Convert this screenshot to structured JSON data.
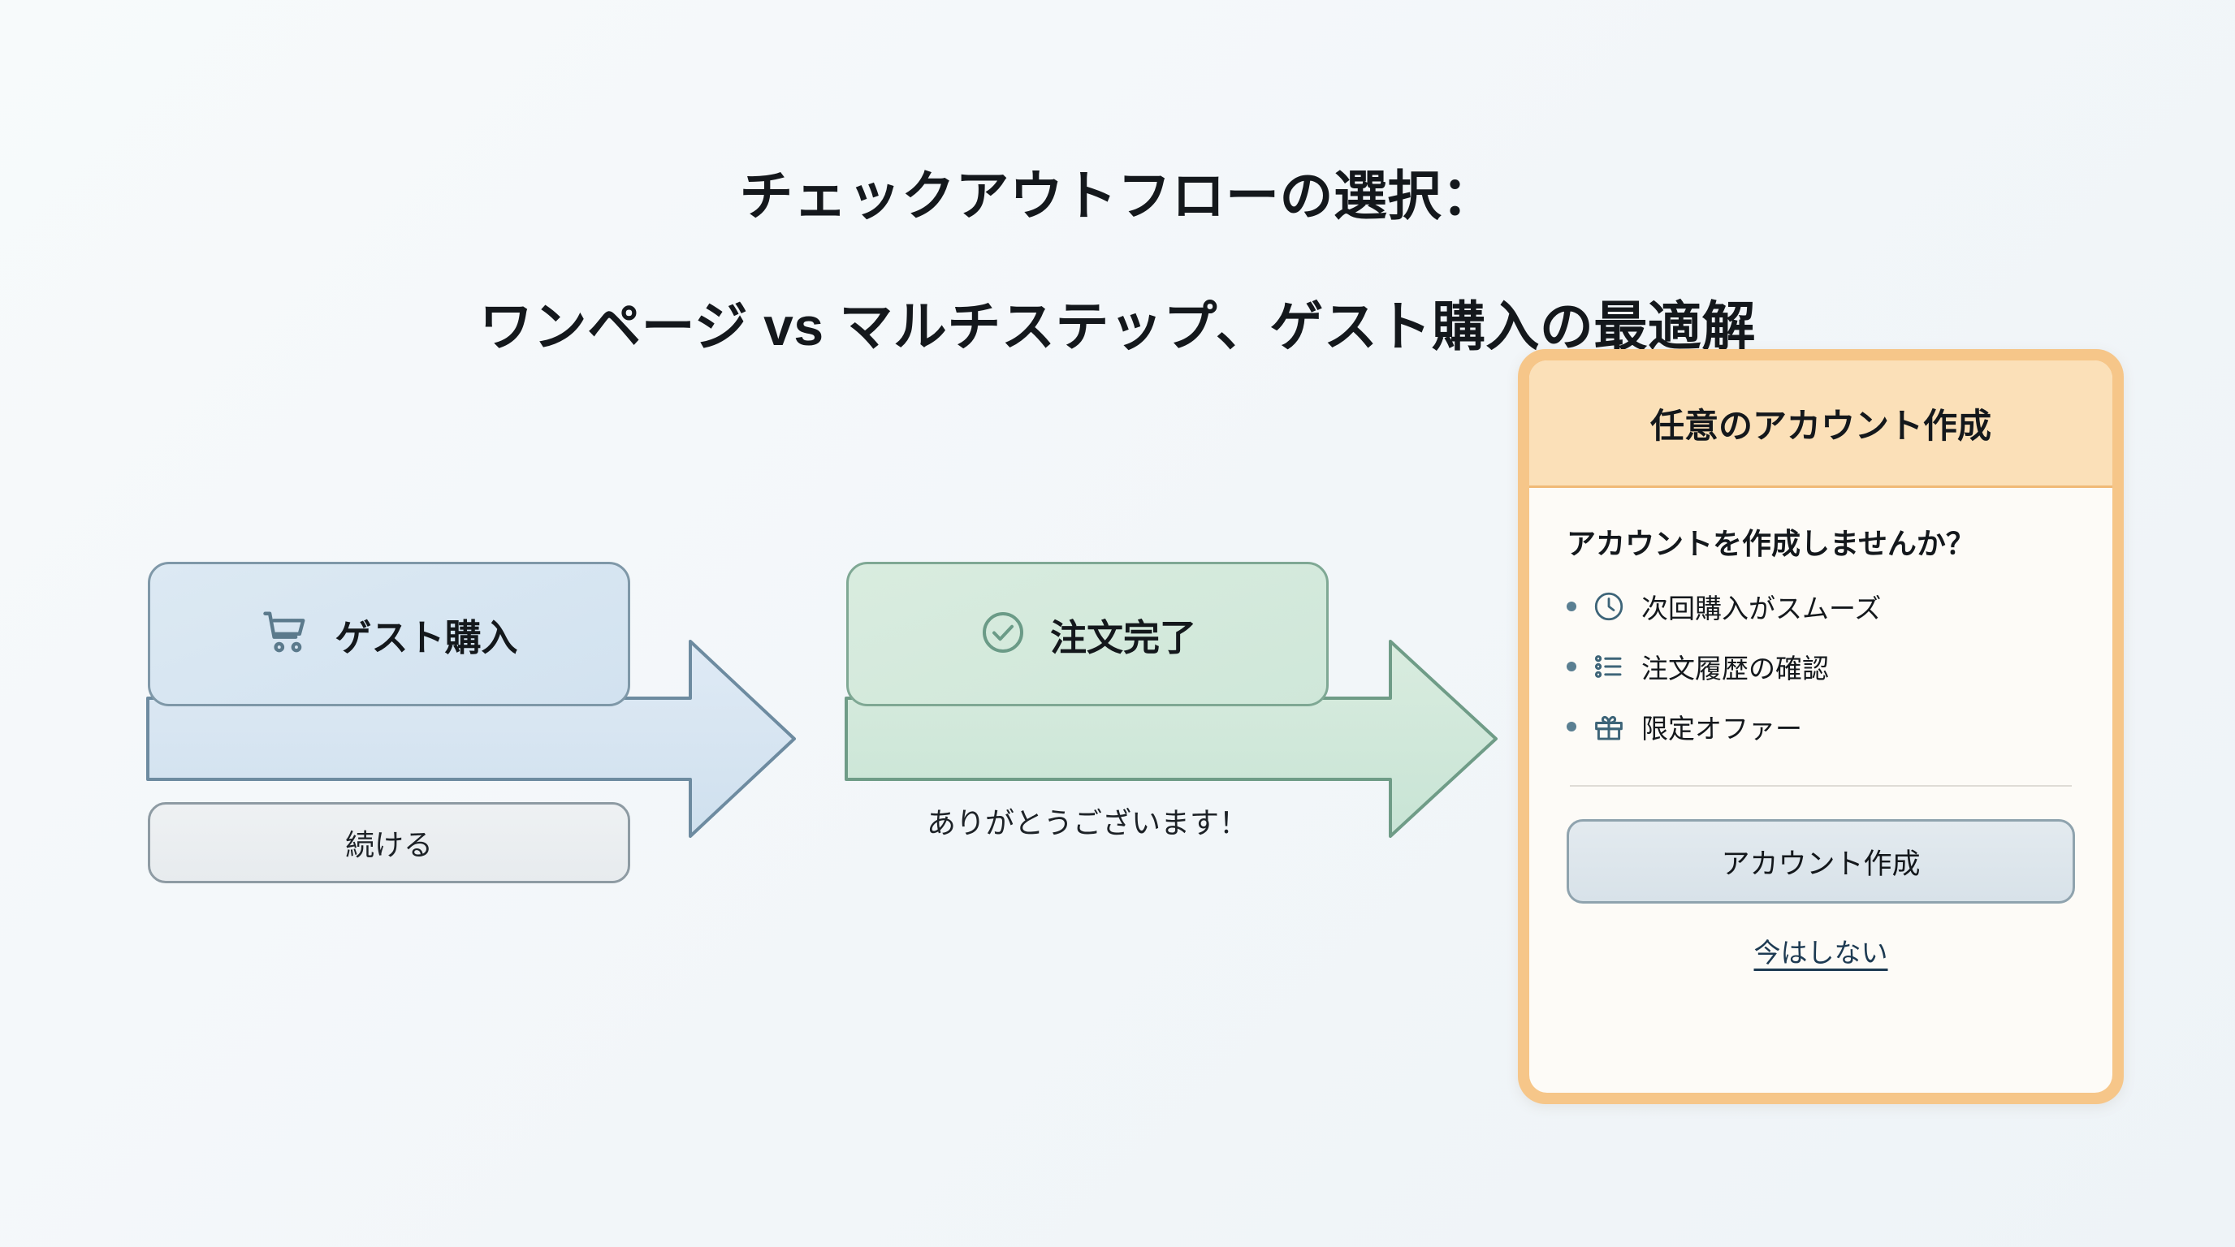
{
  "title": {
    "line1": "チェックアウトフローの選択：",
    "line2": "ワンページ vs マルチステップ、ゲスト購入の最適解"
  },
  "flow": {
    "guest_step": {
      "icon": "shopping-cart-icon",
      "label": "ゲスト購入",
      "continue_label": "続ける"
    },
    "done_step": {
      "icon": "check-circle-icon",
      "label": "注文完了",
      "caption": "ありがとうございます！"
    },
    "arrow1": "arrow-right-blue",
    "arrow2": "arrow-right-green"
  },
  "account_card": {
    "header": "任意のアカウント作成",
    "question": "アカウントを作成しませんか？",
    "benefits": [
      {
        "icon": "clock-icon",
        "text": "次回購入がスムーズ"
      },
      {
        "icon": "list-icon",
        "text": "注文履歴の確認"
      },
      {
        "icon": "gift-icon",
        "text": "限定オファー"
      }
    ],
    "primary_button": "アカウント作成",
    "secondary_link": "今はしない"
  },
  "colors": {
    "background": "#f4f7f9",
    "guest_fill": "#d6e5f1",
    "guest_stroke": "#7f98a8",
    "done_fill": "#d4e9dc",
    "done_stroke": "#7fa894",
    "card_frame": "#f6c689",
    "card_header": "#fbe0b8",
    "icon_slate": "#3d6478",
    "link": "#1d3a52"
  }
}
